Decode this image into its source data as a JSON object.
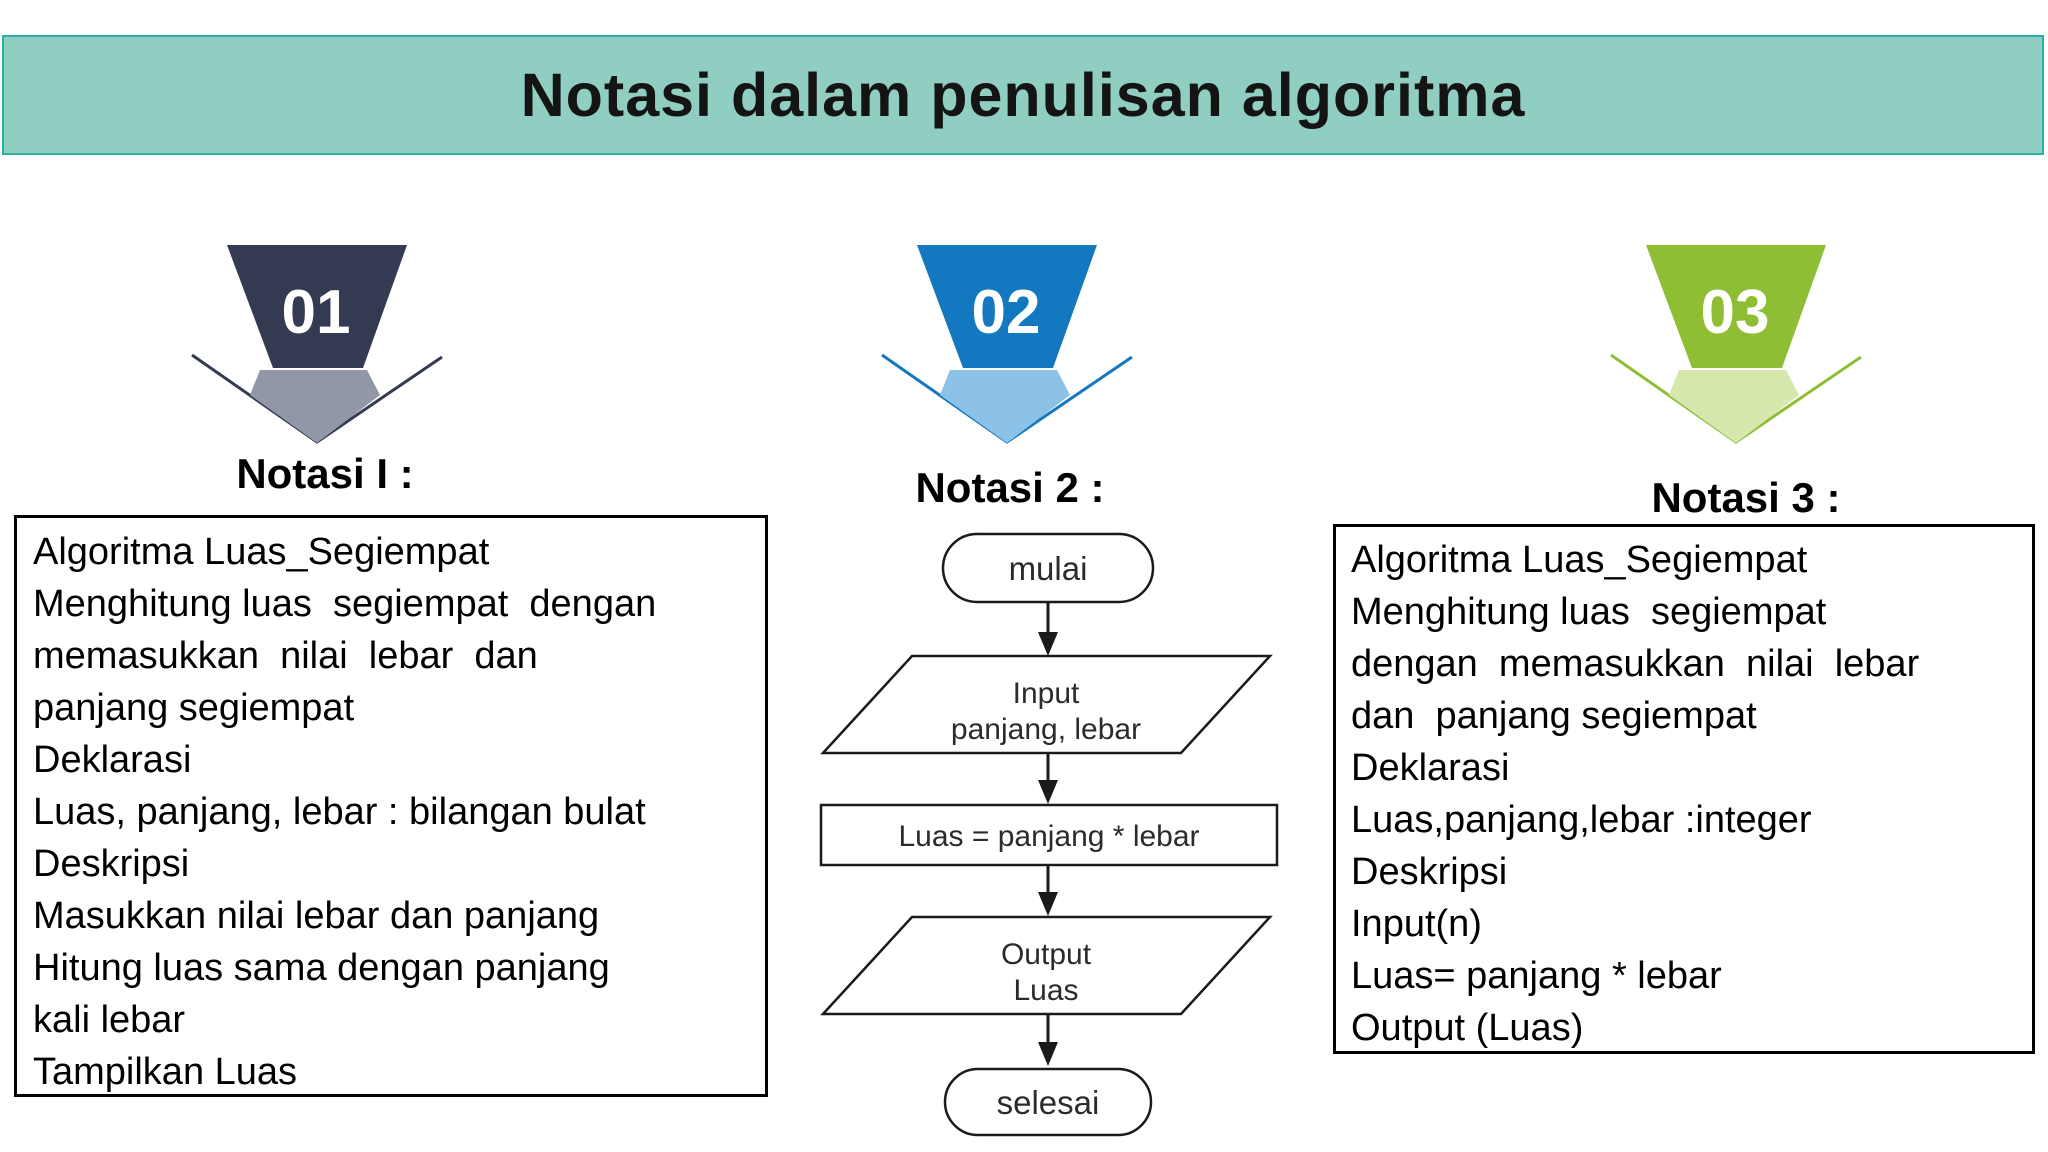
{
  "title": "Notasi dalam penulisan algoritma",
  "colors": {
    "header_bg": "#91cec2",
    "header_border": "#2ab1a5",
    "funnel1": "#333a52",
    "funnel1_light": "#9197a7",
    "funnel2": "#1478c0",
    "funnel2_light": "#8cc2e7",
    "funnel3": "#8ebe33",
    "funnel3_light": "#d6e8ae"
  },
  "notasi1": {
    "number": "01",
    "label": "Notasi I :",
    "lines": [
      "Algoritma Luas_Segiempat",
      "Menghitung luas  segiempat  dengan",
      "memasukkan  nilai  lebar  dan",
      "panjang segiempat",
      "Deklarasi",
      "Luas, panjang, lebar : bilangan bulat",
      "Deskripsi",
      "Masukkan nilai lebar dan panjang",
      "Hitung luas sama dengan panjang",
      "kali lebar",
      "Tampilkan Luas"
    ]
  },
  "notasi2": {
    "number": "02",
    "label": "Notasi 2 :",
    "flowchart": {
      "start": "mulai",
      "input_line1": "Input",
      "input_line2": "panjang, lebar",
      "process": "Luas = panjang * lebar",
      "output_line1": "Output",
      "output_line2": "Luas",
      "end": "selesai"
    }
  },
  "notasi3": {
    "number": "03",
    "label": "Notasi 3 :",
    "lines": [
      "Algoritma Luas_Segiempat",
      "Menghitung luas  segiempat",
      "dengan  memasukkan  nilai  lebar",
      "dan  panjang segiempat",
      "Deklarasi",
      "Luas,panjang,lebar :integer",
      "Deskripsi",
      "Input(n)",
      "Luas= panjang * lebar",
      "Output (Luas)"
    ]
  }
}
